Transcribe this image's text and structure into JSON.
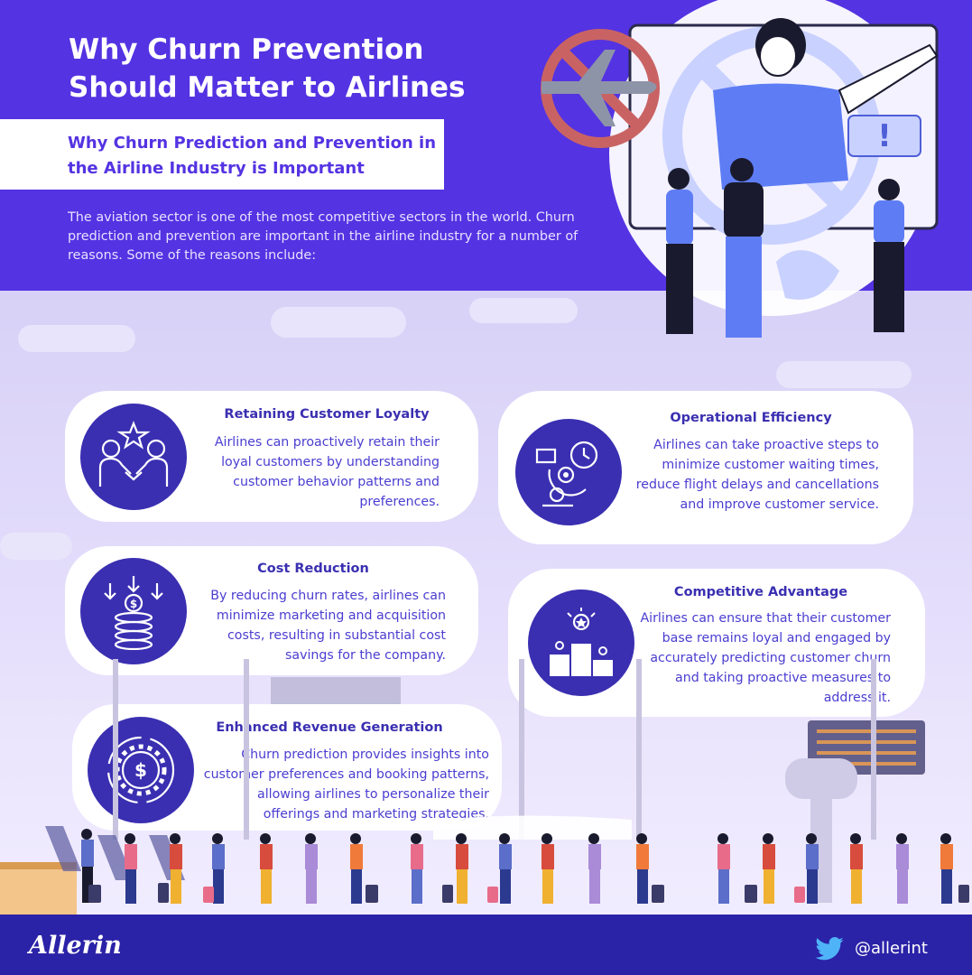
{
  "header": {
    "title": "Why Churn Prevention Should Matter to Airlines",
    "subtitle": "Why Churn Prediction and Prevention in the Airline Industry is Important",
    "intro": "The aviation sector is one of the most competitive sectors in the world. Churn prediction and prevention are important in the airline industry for a number of reasons. Some of the reasons include:"
  },
  "colors": {
    "primary": "#5433e2",
    "dark_indigo": "#3a2fb1",
    "footer": "#2a22a7",
    "sky": "#d9d3f7"
  },
  "cards": [
    {
      "title": "Retaining Customer Loyalty",
      "text": "Airlines can proactively retain their loyal customers by understanding customer behavior patterns and preferences.",
      "icon": "handshake-star-icon"
    },
    {
      "title": "Operational Efficiency",
      "text": "Airlines can take proactive steps to minimize customer waiting times, reduce flight delays and cancellations and improve customer service.",
      "icon": "efficiency-clock-gear-icon"
    },
    {
      "title": "Cost Reduction",
      "text": "By reducing churn rates, airlines can minimize marketing and acquisition costs, resulting in substantial cost savings for the company.",
      "icon": "coin-stack-icon"
    },
    {
      "title": "Competitive Advantage",
      "text": "Airlines can ensure that their customer base remains loyal and engaged by accurately predicting customer churn and taking proactive measures to address it.",
      "icon": "podium-star-icon"
    },
    {
      "title": "Enhanced Revenue Generation",
      "text": "Churn prediction provides insights into customer preferences and booking patterns, allowing airlines to personalize their offerings and marketing strategies.",
      "icon": "dollar-gear-icon"
    }
  ],
  "footer": {
    "logo": "Allerin",
    "handle": "@allerint"
  }
}
